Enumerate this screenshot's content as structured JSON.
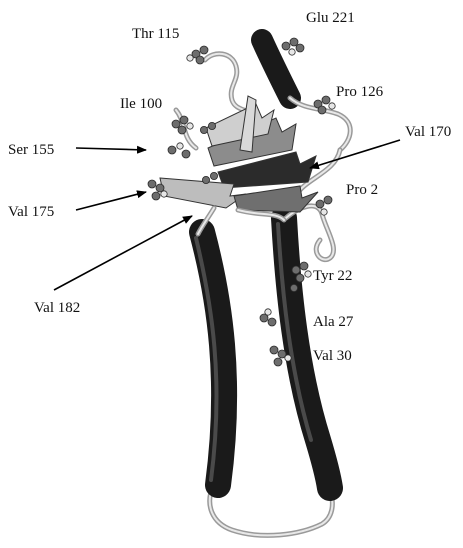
{
  "labels": {
    "thr115": "Thr 115",
    "glu221": "Glu 221",
    "ile100": "Ile 100",
    "pro126": "Pro 126",
    "ser155": "Ser 155",
    "val170": "Val 170",
    "val175": "Val 175",
    "pro2": "Pro 2",
    "val182": "Val 182",
    "tyr22": "Tyr 22",
    "ala27": "Ala 27",
    "val30": "Val 30"
  },
  "colors": {
    "helix": "#1a1a1a",
    "sheet_dark": "#2b2b2b",
    "sheet_mid": "#8c8c8c",
    "sheet_light": "#cfcfcf",
    "coil": "#9a9a9a",
    "atom": "#6d6d6d",
    "arrow": "#000000",
    "background": "#ffffff"
  }
}
